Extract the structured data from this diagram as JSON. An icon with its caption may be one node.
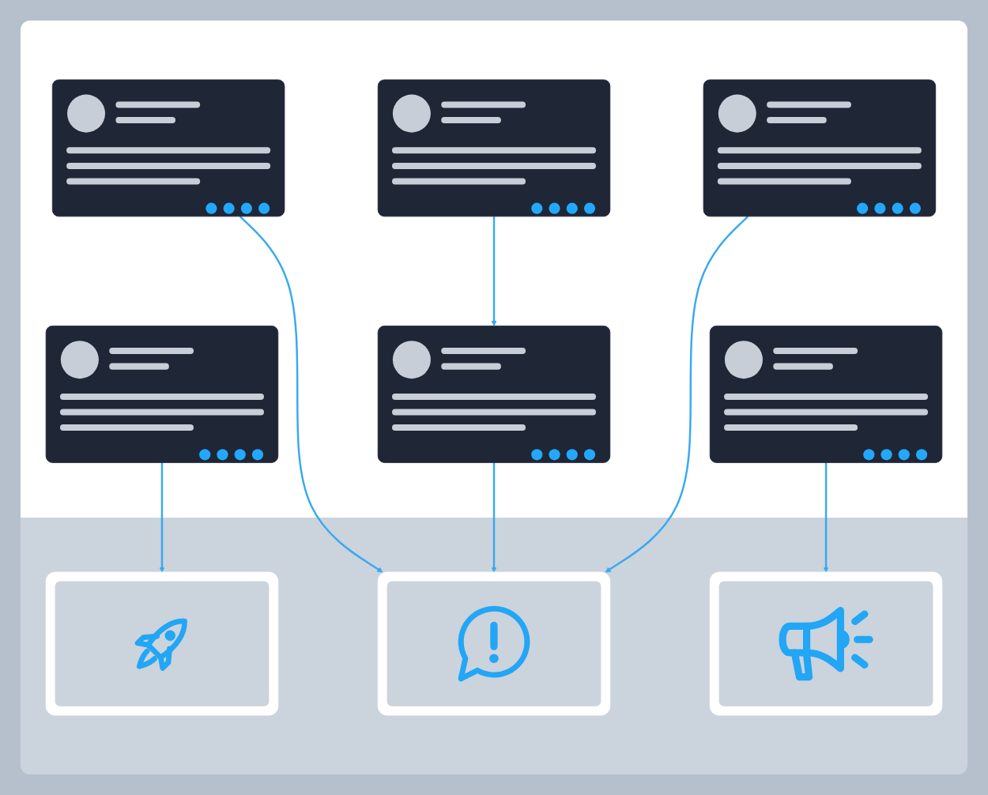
{
  "diagram": {
    "nodes": [
      {
        "text": [],
        "shape": "box"
      },
      {
        "text": [],
        "shape": "box"
      },
      {
        "text": [],
        "shape": "box"
      },
      {
        "text": [],
        "shape": "box"
      },
      {
        "text": [],
        "shape": "box"
      },
      {
        "text": [],
        "shape": "box"
      },
      {
        "text": [],
        "shape": "box"
      },
      {
        "text": [],
        "shape": "box"
      },
      {
        "text": [],
        "shape": "box"
      }
    ],
    "edges": [
      {
        "from": 0,
        "to": 7,
        "arrow": "to"
      },
      {
        "from": 1,
        "to": 4,
        "arrow": "to"
      },
      {
        "from": 2,
        "to": 7,
        "arrow": "to"
      },
      {
        "from": 3,
        "to": 6,
        "arrow": "to"
      },
      {
        "from": 4,
        "to": 7,
        "arrow": "to"
      },
      {
        "from": 5,
        "to": 8,
        "arrow": "to"
      }
    ]
  }
}
